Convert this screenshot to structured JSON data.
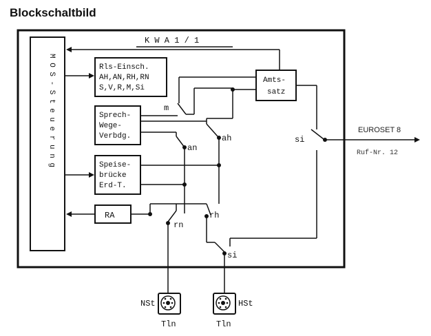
{
  "title": "Blockschaltbild",
  "frame_label": "K W A  1 / 1",
  "mos_label": "M O S - S t e u e r u n g",
  "relay_box": {
    "lines": [
      "Rls-Einsch.",
      "AH,AN,RH,RN",
      "S,V,R,M,Si"
    ]
  },
  "amts_box": {
    "lines": [
      "Amts-",
      "satz"
    ]
  },
  "sprech_box": {
    "lines": [
      "Sprech-",
      "Wege-",
      "Verbdg."
    ]
  },
  "speise_box": {
    "lines": [
      "Speise-",
      "brücke",
      "Erd-T."
    ]
  },
  "ra_box": {
    "label": "RA"
  },
  "contacts": {
    "m": "m",
    "an": "an",
    "ah": "ah",
    "si_right": "si",
    "rh": "rh",
    "rn": "rn",
    "si_bottom": "si"
  },
  "external": {
    "name": "EUROSET 8",
    "number": "Ruf-Nr. 12"
  },
  "phones": {
    "left_label": "NSt",
    "right_label": "HSt",
    "left_sub": "Tln",
    "right_sub": "Tln"
  }
}
